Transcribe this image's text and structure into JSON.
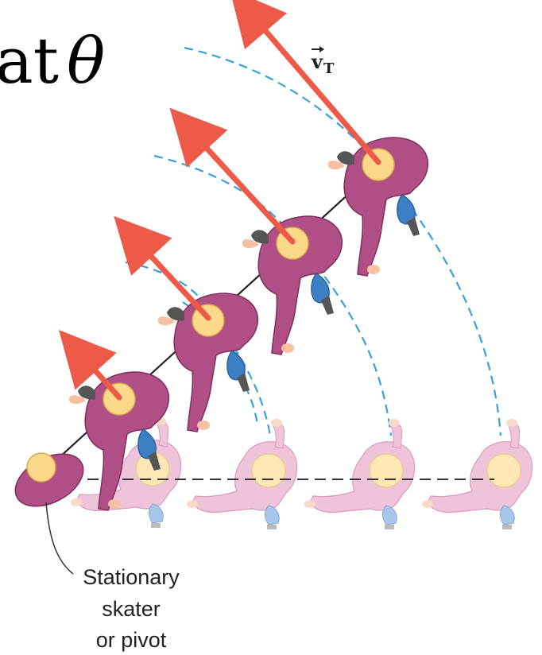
{
  "title": {
    "prefix": "at",
    "symbol": "θ"
  },
  "vector_label": {
    "vec": "v",
    "sub": "T"
  },
  "callout": {
    "line1": "Stationary",
    "line2": "skater",
    "line3": "or pivot"
  },
  "colors": {
    "arrow": "#ee5a48",
    "dashed_path": "#3aa0dc",
    "skater_body": "#b04f86",
    "skater_body_dark": "#7e2f5e",
    "skater_ghost": "#efc3d9",
    "head": "#fbd98a",
    "skate": "#3b7fc4",
    "skate_ghost": "#a7c6ea",
    "rope": "#222222",
    "baseline": "#333333"
  },
  "icons": {
    "arrow": "velocity-arrow",
    "skater": "skater-figure",
    "ghost": "ghost-skater-figure",
    "pivot": "stationary-pivot-skater"
  }
}
